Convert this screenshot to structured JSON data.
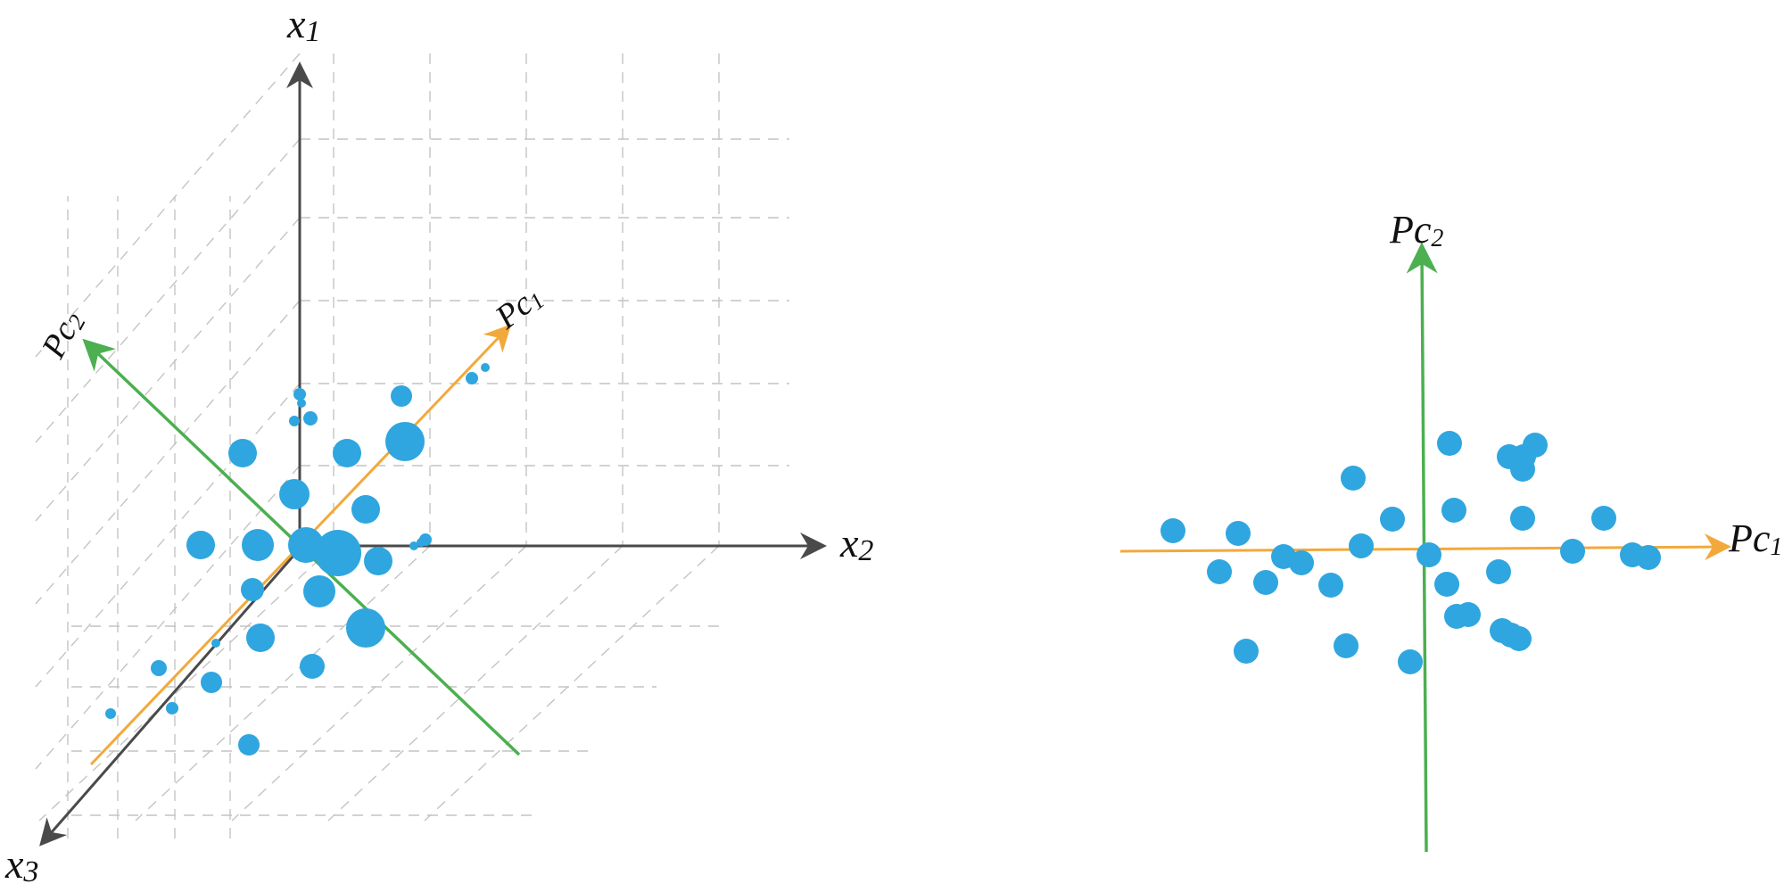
{
  "colors": {
    "axis": "#4a4a4a",
    "pc1": "#f2a93b",
    "pc2": "#4caf50",
    "point": "#2fa6df",
    "grid": "#c4c4c4"
  },
  "left_panel": {
    "axis_labels": {
      "x1": {
        "main": "x",
        "sub": "1"
      },
      "x2": {
        "main": "x",
        "sub": "2"
      },
      "x3": {
        "main": "x",
        "sub": "3"
      },
      "pc1": {
        "main": "Pc",
        "sub": "1"
      },
      "pc2": {
        "main": "Pc",
        "sub": "2"
      }
    }
  },
  "right_panel": {
    "axis_labels": {
      "pc1": {
        "main": "Pc",
        "sub": "1"
      },
      "pc2": {
        "main": "Pc",
        "sub": "2"
      }
    }
  },
  "chart_data": [
    {
      "type": "scatter",
      "title": "",
      "xlabel": "x2",
      "ylabel": "x1",
      "zlabel": "x3",
      "grid": true,
      "points": []
    },
    {
      "type": "scatter",
      "title": "",
      "xlabel": "Pc1",
      "ylabel": "Pc2",
      "grid": false,
      "points": []
    }
  ]
}
